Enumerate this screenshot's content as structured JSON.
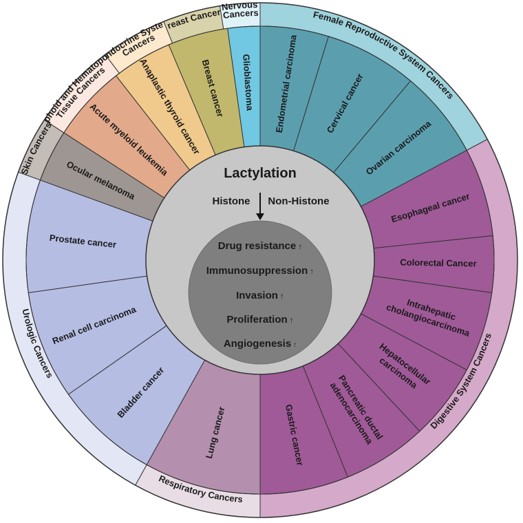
{
  "center": {
    "title": "Lactylation",
    "left": "Histone",
    "right": "Non-Histone",
    "effects": [
      {
        "label": "Drug resistance",
        "arrow": "↑"
      },
      {
        "label": "Immunosuppression",
        "arrow": "↑"
      },
      {
        "label": "Invasion",
        "arrow": "↑"
      },
      {
        "label": "Proliferation",
        "arrow": "↑"
      },
      {
        "label": "Angiogenesis",
        "arrow": "↑"
      }
    ]
  },
  "groups": [
    {
      "id": "female",
      "lines": [
        "Female Reproductive System Cancers"
      ],
      "outer": "#9fd3dd",
      "inner": "#5b9faf",
      "cancers": [
        [
          "Endometrial carcinoma"
        ],
        [
          "Cervical cancer"
        ],
        [
          "Ovarian carcinoma"
        ]
      ]
    },
    {
      "id": "digestive",
      "lines": [
        "Digestive System Cancers"
      ],
      "outer": "#d5a9c9",
      "inner": "#a05a98",
      "cancers": [
        [
          "Esophageal cancer"
        ],
        [
          "Colorectal Cancer"
        ],
        [
          "Intrahepatic",
          "cholangiocarcinoma"
        ],
        [
          "Hepatocellular",
          "carcinoma"
        ],
        [
          "Pancreatic ductal",
          "adenocarcinoma"
        ],
        [
          "Gastric cancer"
        ]
      ]
    },
    {
      "id": "respiratory",
      "lines": [
        "Respiratory Cancers"
      ],
      "outer": "#e8dde5",
      "inner": "#b48fae",
      "cancers": [
        [
          "Lung cancer"
        ]
      ]
    },
    {
      "id": "urologic",
      "lines": [
        "Urologic Cancers"
      ],
      "outer": "#e3e6f4",
      "inner": "#b5bde3",
      "cancers": [
        [
          "Bladder cancer"
        ],
        [
          "Renal cell carcinoma"
        ],
        [
          "Prostate cancer"
        ]
      ]
    },
    {
      "id": "skin",
      "lines": [
        "Skin Cancers"
      ],
      "outer": "#c3bcb7",
      "inner": "#9e9692",
      "cancers": [
        [
          "Ocular melanoma"
        ]
      ]
    },
    {
      "id": "lymphoid",
      "lines": [
        "Lymphoid and Hematopoietic",
        "Tissue Cancers"
      ],
      "outer": "#fbe8e0",
      "inner": "#e2a98b",
      "cancers": [
        [
          "Acute myeloid leukemia"
        ]
      ]
    },
    {
      "id": "endocrine",
      "lines": [
        "Endocrine System",
        "Cancers"
      ],
      "outer": "#fde9cd",
      "inner": "#f0c98c",
      "cancers": [
        [
          "Anaplastic thyroid cancer"
        ]
      ]
    },
    {
      "id": "breast",
      "lines": [
        "Breast Cancers"
      ],
      "outer": "#d9d3ab",
      "inner": "#c1b86d",
      "cancers": [
        [
          "Breast cancer"
        ]
      ]
    },
    {
      "id": "cns",
      "lines": [
        "Central Nervous System",
        "Cancers"
      ],
      "outer": "#dff2f8",
      "inner": "#71c8e2",
      "cancers": [
        [
          "Glioblastoma"
        ]
      ]
    }
  ]
}
